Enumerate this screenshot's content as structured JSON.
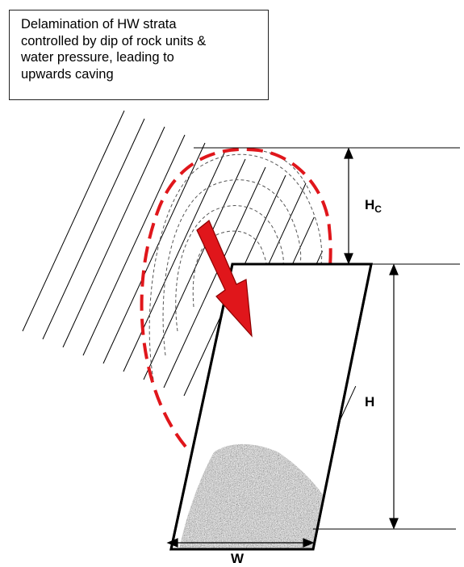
{
  "caption": {
    "lines": [
      "Delamination of HW  strata",
      "controlled by dip of rock units &",
      "water pressure, leading to",
      "upwards caving"
    ]
  },
  "labels": {
    "cave_height": {
      "main": "H",
      "sub": "C"
    },
    "stope_height": "H",
    "stope_width": "W"
  },
  "colors": {
    "caving_boundary": "#e0161b",
    "arrow": "#e0161b",
    "lines": "#000000",
    "delamination_arcs": "#555555",
    "broken_rock": "#8a8a8a"
  }
}
